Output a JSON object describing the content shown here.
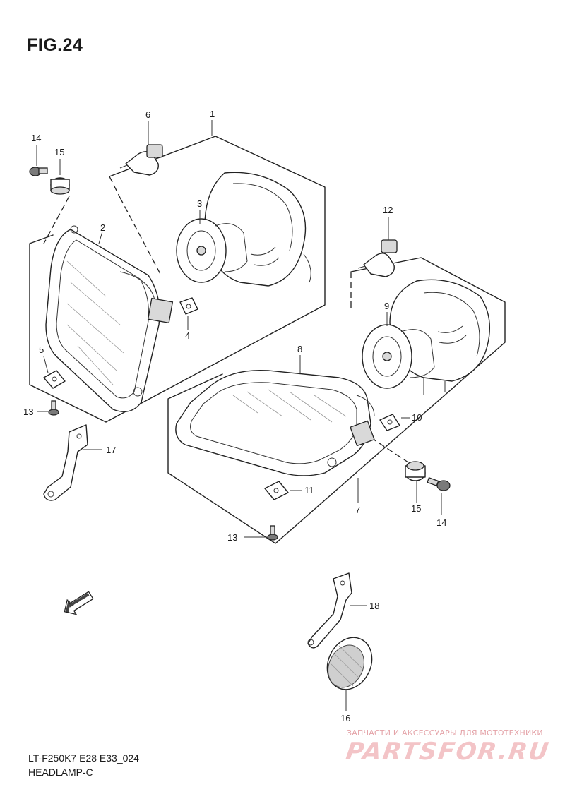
{
  "figure_title": "FIG.24",
  "footer": {
    "model_code": "LT-F250K7  E28  E33_024",
    "section_name": "HEADLAMP-C"
  },
  "watermark": {
    "caption": "ЗАПЧАСТИ И АКСЕССУАРЫ ДЛЯ МОТОТЕХНИКИ",
    "logo_text": "PARTSFOR.RU"
  },
  "direction_arrow": {
    "label": "FWD"
  },
  "callouts": {
    "c1": "1",
    "c2": "2",
    "c3": "3",
    "c4": "4",
    "c5": "5",
    "c6": "6",
    "c7": "7",
    "c8": "8",
    "c9": "9",
    "c10": "10",
    "c11": "11",
    "c12": "12",
    "c13a": "13",
    "c13b": "13",
    "c14a": "14",
    "c14b": "14",
    "c15a": "15",
    "c15b": "15",
    "c16": "16",
    "c17": "17",
    "c18": "18"
  }
}
